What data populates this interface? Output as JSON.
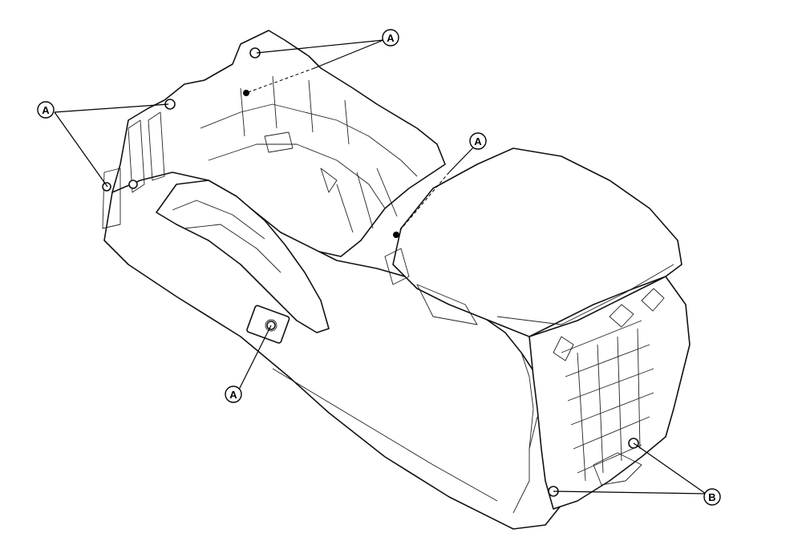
{
  "diagram": {
    "subject": "center-console-assembly",
    "callouts": [
      {
        "id": "a1",
        "label": "A"
      },
      {
        "id": "a2",
        "label": "A"
      },
      {
        "id": "a3",
        "label": "A"
      },
      {
        "id": "a4",
        "label": "A"
      },
      {
        "id": "b1",
        "label": "B"
      }
    ]
  }
}
